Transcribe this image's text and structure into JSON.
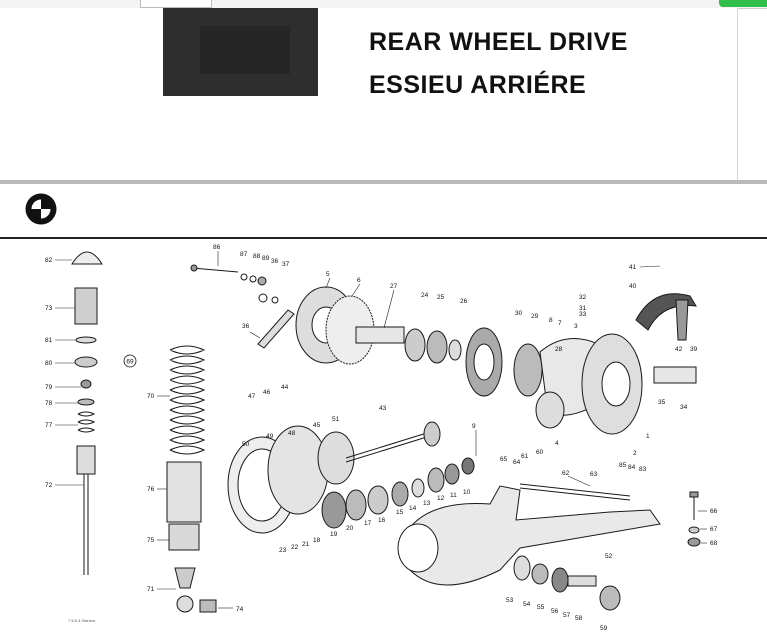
{
  "header": {
    "title_en": "REAR WHEEL DRIVE",
    "title_fr": "ESSIEU ARRIÉRE"
  },
  "logo": {
    "icon": "bmw-roundel-icon"
  },
  "diagram": {
    "page_circle_label": "69",
    "print_mark": "7.5-0.4 Vlaneur",
    "callouts": [
      {
        "id": "c82",
        "label": "82"
      },
      {
        "id": "c73",
        "label": "73"
      },
      {
        "id": "c81",
        "label": "81"
      },
      {
        "id": "c80",
        "label": "80"
      },
      {
        "id": "c79",
        "label": "79"
      },
      {
        "id": "c78",
        "label": "78"
      },
      {
        "id": "c77",
        "label": "77"
      },
      {
        "id": "c72",
        "label": "72"
      },
      {
        "id": "c70",
        "label": "70"
      },
      {
        "id": "c76",
        "label": "76"
      },
      {
        "id": "c75",
        "label": "75"
      },
      {
        "id": "c71",
        "label": "71"
      },
      {
        "id": "c74",
        "label": "74"
      },
      {
        "id": "c86a",
        "label": "86"
      },
      {
        "id": "c87",
        "label": "87"
      },
      {
        "id": "c88",
        "label": "88"
      },
      {
        "id": "c89",
        "label": "89"
      },
      {
        "id": "c36a",
        "label": "36"
      },
      {
        "id": "c37",
        "label": "37"
      },
      {
        "id": "c36b",
        "label": "36"
      },
      {
        "id": "c5",
        "label": "5"
      },
      {
        "id": "c6",
        "label": "6"
      },
      {
        "id": "c27",
        "label": "27"
      },
      {
        "id": "c24",
        "label": "24"
      },
      {
        "id": "c25",
        "label": "25"
      },
      {
        "id": "c26",
        "label": "26"
      },
      {
        "id": "c30",
        "label": "30"
      },
      {
        "id": "c29",
        "label": "29"
      },
      {
        "id": "c8",
        "label": "8"
      },
      {
        "id": "c7",
        "label": "7"
      },
      {
        "id": "c28",
        "label": "28"
      },
      {
        "id": "c3",
        "label": "3"
      },
      {
        "id": "c32",
        "label": "32"
      },
      {
        "id": "c31",
        "label": "31"
      },
      {
        "id": "c33",
        "label": "33"
      },
      {
        "id": "c41",
        "label": "41"
      },
      {
        "id": "c40",
        "label": "40"
      },
      {
        "id": "c42",
        "label": "42"
      },
      {
        "id": "c39",
        "label": "39"
      },
      {
        "id": "c35",
        "label": "35"
      },
      {
        "id": "c34",
        "label": "34"
      },
      {
        "id": "c1",
        "label": "1"
      },
      {
        "id": "c2",
        "label": "2"
      },
      {
        "id": "c4",
        "label": "4"
      },
      {
        "id": "c47",
        "label": "47"
      },
      {
        "id": "c46",
        "label": "46"
      },
      {
        "id": "c44",
        "label": "44"
      },
      {
        "id": "c43",
        "label": "43"
      },
      {
        "id": "c48",
        "label": "48"
      },
      {
        "id": "c45",
        "label": "45"
      },
      {
        "id": "c51",
        "label": "51"
      },
      {
        "id": "c49",
        "label": "49"
      },
      {
        "id": "c50",
        "label": "50"
      },
      {
        "id": "c9",
        "label": "9"
      },
      {
        "id": "c65",
        "label": "65"
      },
      {
        "id": "c64",
        "label": "64"
      },
      {
        "id": "c61",
        "label": "61"
      },
      {
        "id": "c60",
        "label": "60"
      },
      {
        "id": "c62",
        "label": "62"
      },
      {
        "id": "c63",
        "label": "63"
      },
      {
        "id": "c85",
        "label": "85"
      },
      {
        "id": "c84",
        "label": "84"
      },
      {
        "id": "c83",
        "label": "83"
      },
      {
        "id": "c10",
        "label": "10"
      },
      {
        "id": "c11",
        "label": "11"
      },
      {
        "id": "c12",
        "label": "12"
      },
      {
        "id": "c13",
        "label": "13"
      },
      {
        "id": "c14",
        "label": "14"
      },
      {
        "id": "c15",
        "label": "15"
      },
      {
        "id": "c16",
        "label": "16"
      },
      {
        "id": "c17",
        "label": "17"
      },
      {
        "id": "c20",
        "label": "20"
      },
      {
        "id": "c19",
        "label": "19"
      },
      {
        "id": "c18",
        "label": "18"
      },
      {
        "id": "c21",
        "label": "21"
      },
      {
        "id": "c22",
        "label": "22"
      },
      {
        "id": "c23",
        "label": "23"
      },
      {
        "id": "c52",
        "label": "52"
      },
      {
        "id": "c53",
        "label": "53"
      },
      {
        "id": "c54",
        "label": "54"
      },
      {
        "id": "c55",
        "label": "55"
      },
      {
        "id": "c56",
        "label": "56"
      },
      {
        "id": "c57",
        "label": "57"
      },
      {
        "id": "c58",
        "label": "58"
      },
      {
        "id": "c59",
        "label": "59"
      },
      {
        "id": "c66",
        "label": "66"
      },
      {
        "id": "c67",
        "label": "67"
      },
      {
        "id": "c68",
        "label": "68"
      }
    ]
  }
}
